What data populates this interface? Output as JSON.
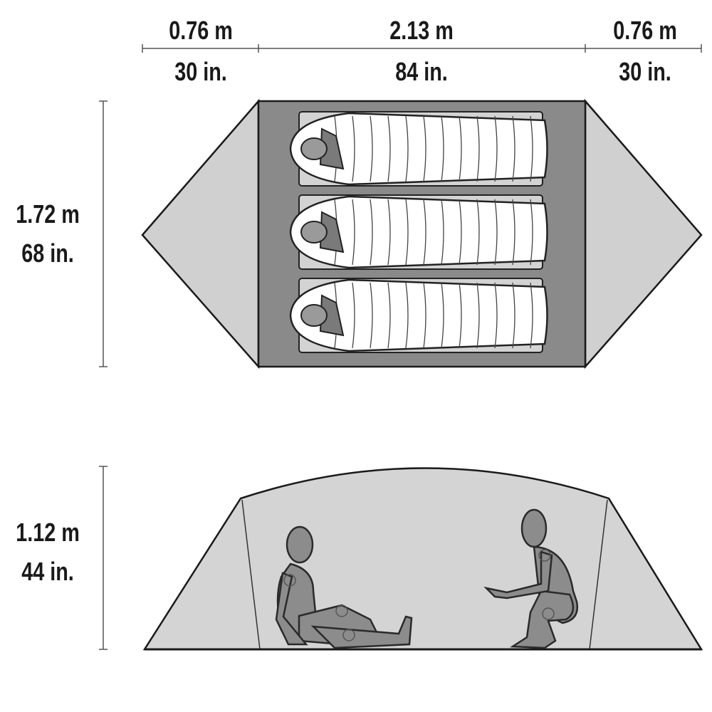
{
  "dimensions": {
    "vestibule_left": {
      "metric": "0.76 m",
      "imperial": "30 in."
    },
    "length": {
      "metric": "2.13 m",
      "imperial": "84 in."
    },
    "vestibule_right": {
      "metric": "0.76 m",
      "imperial": "30 in."
    },
    "width": {
      "metric": "1.72 m",
      "imperial": "68 in."
    },
    "height": {
      "metric": "1.12 m",
      "imperial": "44 in."
    }
  },
  "top_view": {
    "sleepers": 3
  },
  "colors": {
    "floor": "#8a8a8a",
    "vestibule": "#d0d0d0",
    "pad": "#d3d3d3",
    "bag": "#ffffff",
    "side_wall": "#d4d4d4",
    "figure": "#8c8c8c"
  }
}
